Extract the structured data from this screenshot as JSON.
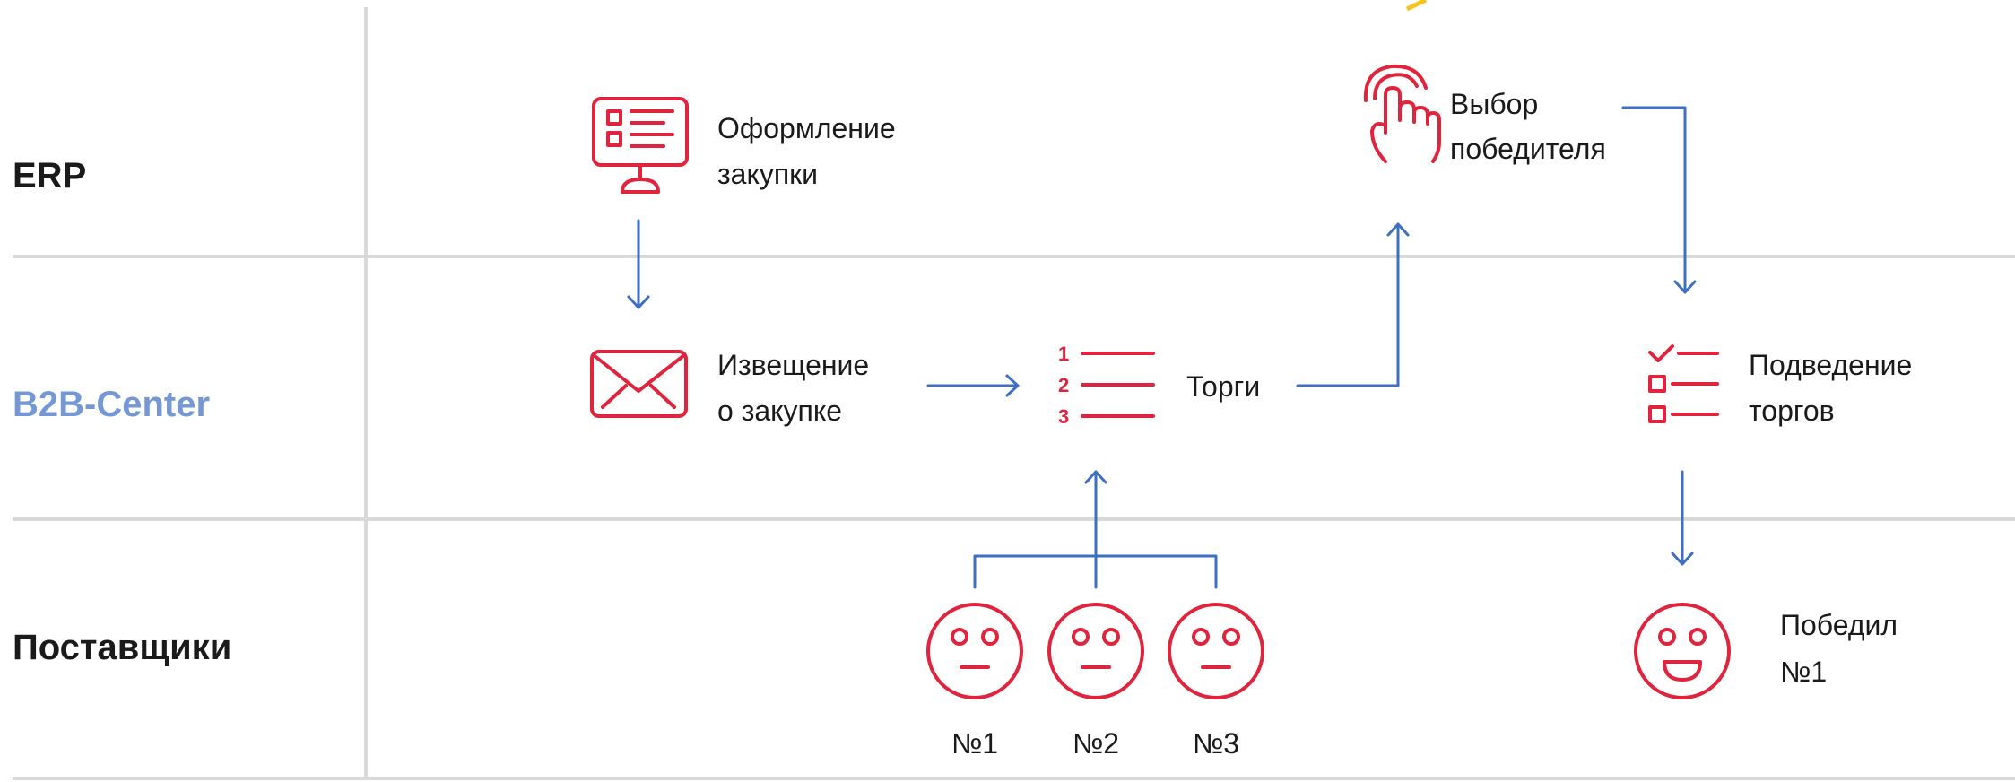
{
  "lanes": {
    "erp": "ERP",
    "b2b": "B2B-Center",
    "suppliers": "Поставщики"
  },
  "colors": {
    "icon": "#e0243d",
    "connector": "#3f6fc1",
    "b2b_label": "#7597d4",
    "grid": "#d9d9d9"
  },
  "nodes": {
    "purchase": {
      "line1": "Оформление",
      "line2": "закупки",
      "icon": "monitor-form-icon"
    },
    "winner_select": {
      "line1": "Выбор",
      "line2": "победителя",
      "icon": "hand-pointer-icon"
    },
    "notice": {
      "line1": "Извещение",
      "line2": "о закупке",
      "icon": "envelope-icon"
    },
    "auction": {
      "label": "Торги",
      "icon": "numbered-list-icon"
    },
    "summary": {
      "line1": "Подведение",
      "line2": "торгов",
      "icon": "checklist-icon"
    },
    "suppliers": [
      "№1",
      "№2",
      "№3"
    ],
    "winner": {
      "line1": "Победил",
      "line2": "№1",
      "icon": "smiley-icon"
    }
  }
}
